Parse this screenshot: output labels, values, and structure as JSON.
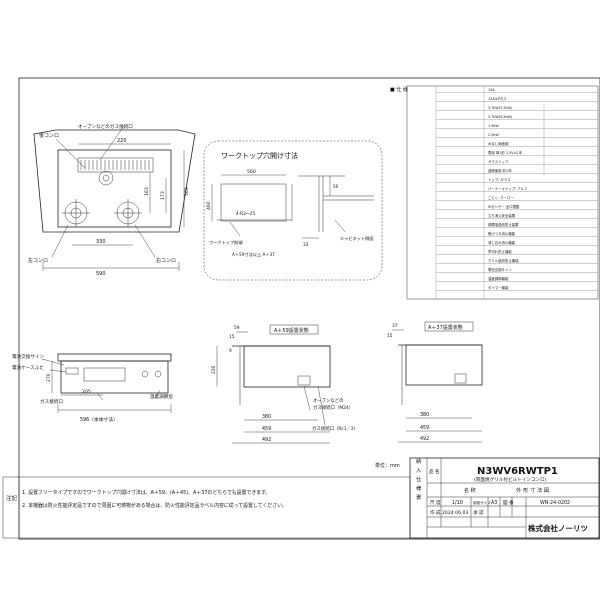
{
  "drawing": {
    "spec_heading": "■ 仕 様",
    "spec_text": [
      "13A",
      "12A/LPガス",
      "3.7kW(3.2kW)",
      "3.7kW(3.2kW)",
      "1.5kW",
      "2.5kW",
      "水なし両面焼",
      "電池 単1形 1.5V×2本",
      "ガラストップ",
      "連続使用 約1年",
      "トップ: ガラス",
      "バーナーキャップ: アルミ",
      "ごとく: ホーロー",
      "Siセンサー 全口搭載",
      "立ち消え安全装置",
      "調理油過熱防止装置",
      "焦げつき消火機能",
      "消し忘れ消火機能",
      "早切れ防止機能",
      "グリル過熱防止機能",
      "電池交換サイン",
      "温度調節機能",
      "タイマー機能"
    ],
    "top_view": {
      "labels": {
        "rear_burner": "後コンロ",
        "vent": "オーブンなどのガス接続口",
        "left_burner": "左コンロ",
        "right_burner": "右コンロ"
      },
      "dims": {
        "d220": "220",
        "d509": "509",
        "d173": "173",
        "d163": "163",
        "d330": "330",
        "d590": "590"
      }
    },
    "cutout": {
      "title": "ワークトップ穴開け寸法",
      "dims": {
        "d560": "560",
        "d460": "460",
        "d33": "33",
        "d50": "50"
      },
      "notes": {
        "hole": "4-R3～25",
        "plate": "ワークトップ前端",
        "front": "A＋59寸法以上 A＋37",
        "cab": "キャビネット側面"
      }
    },
    "front_view": {
      "labels": {
        "battery_sign": "電池交換サイン",
        "battery_case": "電池ケースふた",
        "gas": "ガス接続口",
        "temp": "温度調節窓"
      },
      "dims": {
        "d205": "205",
        "d270": "270",
        "d596": "596（本体寸法）"
      }
    },
    "side_a59": {
      "title": "A＋59設置状態",
      "labels": {
        "oven_gas": "オーブンなどの",
        "oven_gas2": "ガス接続口（M24）",
        "gas_inlet": "ガス接続口（Rc1／2）"
      },
      "dims": {
        "d59": "59",
        "d15": "15",
        "d9": "9",
        "d220": "220",
        "d380": "380",
        "d459": "459",
        "d492": "492"
      }
    },
    "side_a37": {
      "title": "A＋37設置状態",
      "dims": {
        "d37": "37",
        "d15": "15",
        "d380": "380",
        "d459": "459",
        "d492": "492"
      }
    },
    "unit": "単位：mm"
  },
  "notes": {
    "label": "注記",
    "lines": [
      "1. 設置フリータイプですのでワークトップ穴開け寸法は、A＋59、(A＋45)、A＋37のどちらでも設置できます。",
      "2. 本機器は防火性能評定品ですので周囲に可燃物がある場合は、防火性能評定品ラベル内容に従って設置してください。"
    ]
  },
  "title_block": {
    "side_label": "納入仕様書",
    "product_label": "品 名",
    "model": "N3WV6RWTP1",
    "model_sub": "(両面焼グリル付ビルトインコンロ)",
    "drawing_label": "名 称",
    "drawing_name": "外 形 寸 法 図",
    "scale_label": "尺 度",
    "scale": "1/10",
    "size_label": "用紙サイズ",
    "size": "A3",
    "dwg_no_label": "図 番",
    "dwg_no": "WN-24-0202",
    "date_label": "作 成",
    "date": "2024.06.03",
    "approve_label": "承 認",
    "company": "株式会社ノーリツ"
  }
}
